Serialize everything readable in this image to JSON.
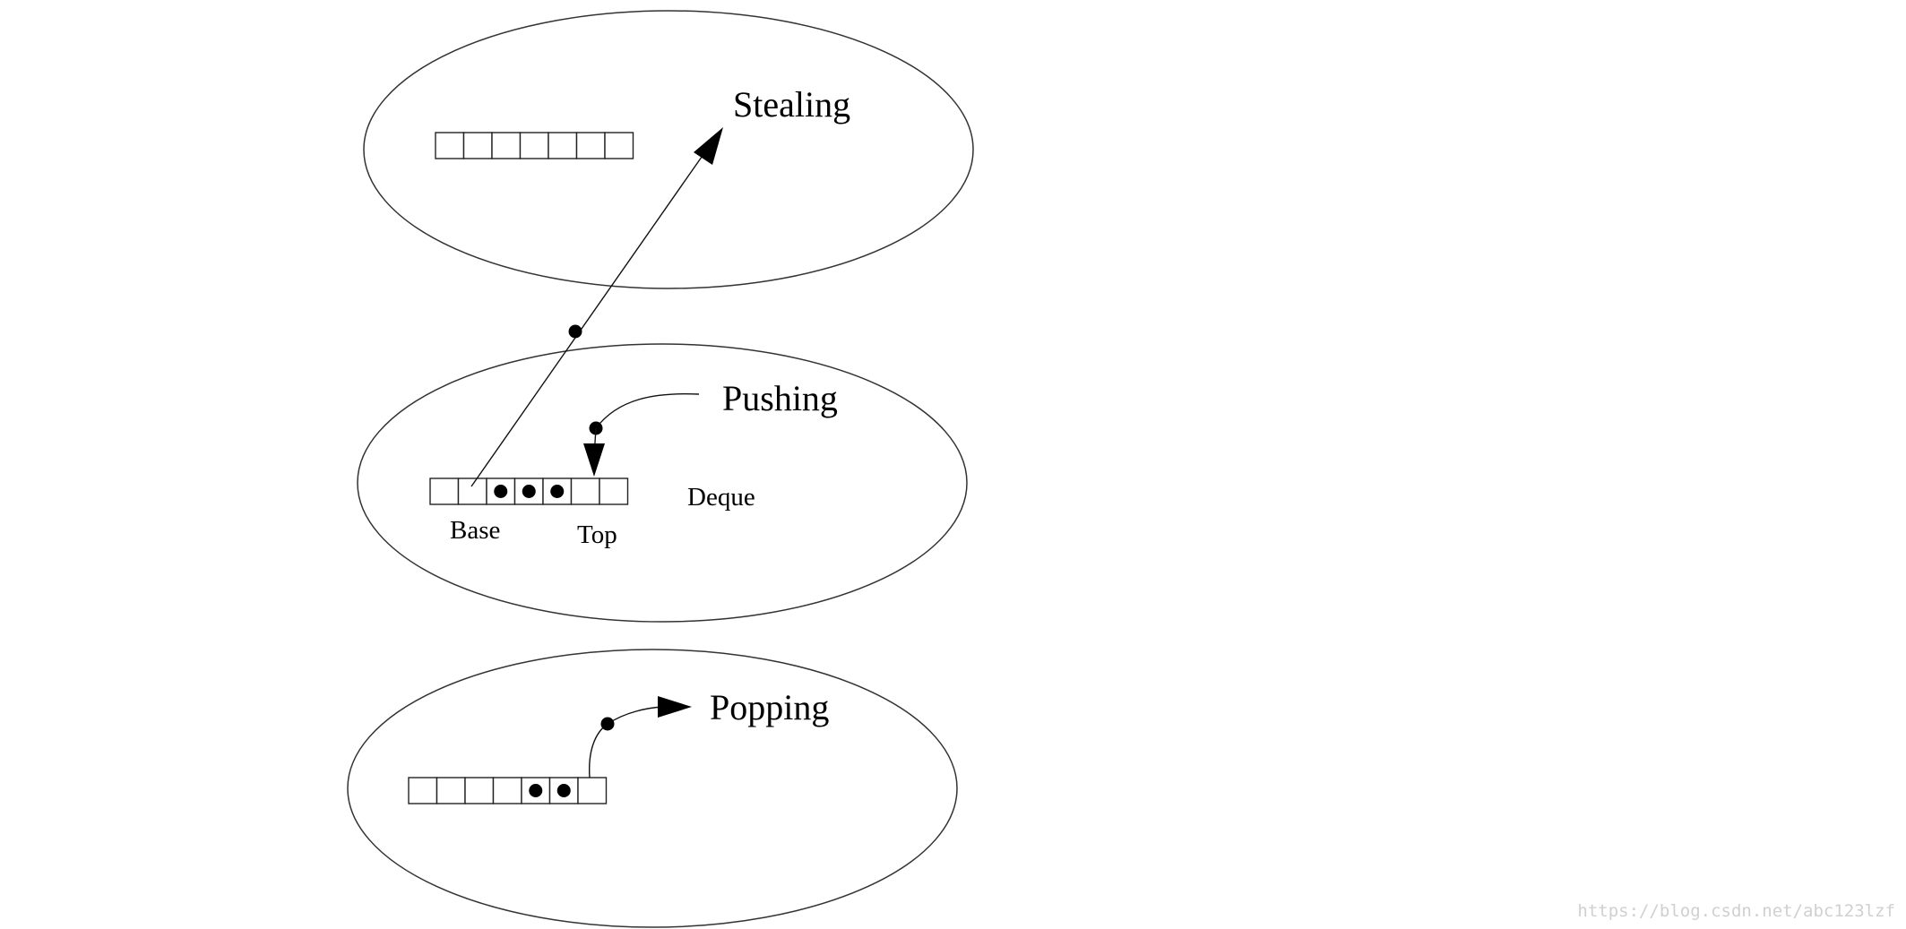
{
  "diagram": {
    "labels": {
      "stealing": "Stealing",
      "pushing": "Pushing",
      "popping": "Popping",
      "deque": "Deque",
      "base": "Base",
      "top": "Top"
    },
    "deques": [
      {
        "name": "stealing-deque",
        "cells": 7,
        "filled": []
      },
      {
        "name": "pushing-deque",
        "cells": 7,
        "filled": [
          2,
          3,
          4
        ]
      },
      {
        "name": "popping-deque",
        "cells": 7,
        "filled": [
          4,
          5
        ]
      }
    ],
    "watermark": "https://blog.csdn.net/abc123lzf",
    "colors": {
      "stroke": "#333333",
      "fill": "#000000",
      "watermark": "#d0d0d0"
    }
  }
}
